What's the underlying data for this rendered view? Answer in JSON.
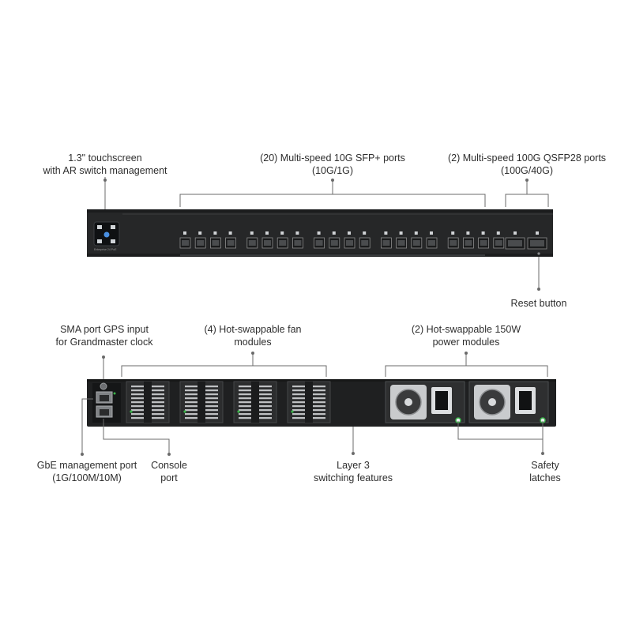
{
  "front_labels": {
    "touchscreen": [
      "1.3\" touchscreen",
      "with AR switch management"
    ],
    "sfp_ports": [
      "(20) Multi-speed 10G SFP+ ports",
      "(10G/1G)"
    ],
    "qsfp_ports": [
      "(2) Multi-speed 100G QSFP28 ports",
      "(100G/40G)"
    ],
    "reset": [
      "Reset button"
    ]
  },
  "rear_labels": {
    "sma": [
      "SMA port GPS input",
      "for Grandmaster clock"
    ],
    "fans": [
      "(4) Hot-swappable fan",
      "modules"
    ],
    "power": [
      "(2) Hot-swappable 150W",
      "power modules"
    ],
    "mgmt": [
      "GbE management port",
      "(1G/100M/10M)"
    ],
    "console": [
      "Console",
      "port"
    ],
    "layer3": [
      "Layer 3",
      "switching features"
    ],
    "latches": [
      "Safety",
      "latches"
    ]
  },
  "device_text": {
    "front_model": "Enterprise 24 PoE"
  },
  "counts": {
    "sfp_ports": 20,
    "qsfp_ports": 2,
    "fan_modules": 4,
    "power_modules": 2
  },
  "colors": {
    "chassis": "#262728",
    "chassis_edge": "#3a3b3c",
    "port": "#8c8c8c",
    "leader_line": "#6b6b6b",
    "screen_accent": "#4a90e2",
    "led_green": "#3bb54a"
  }
}
